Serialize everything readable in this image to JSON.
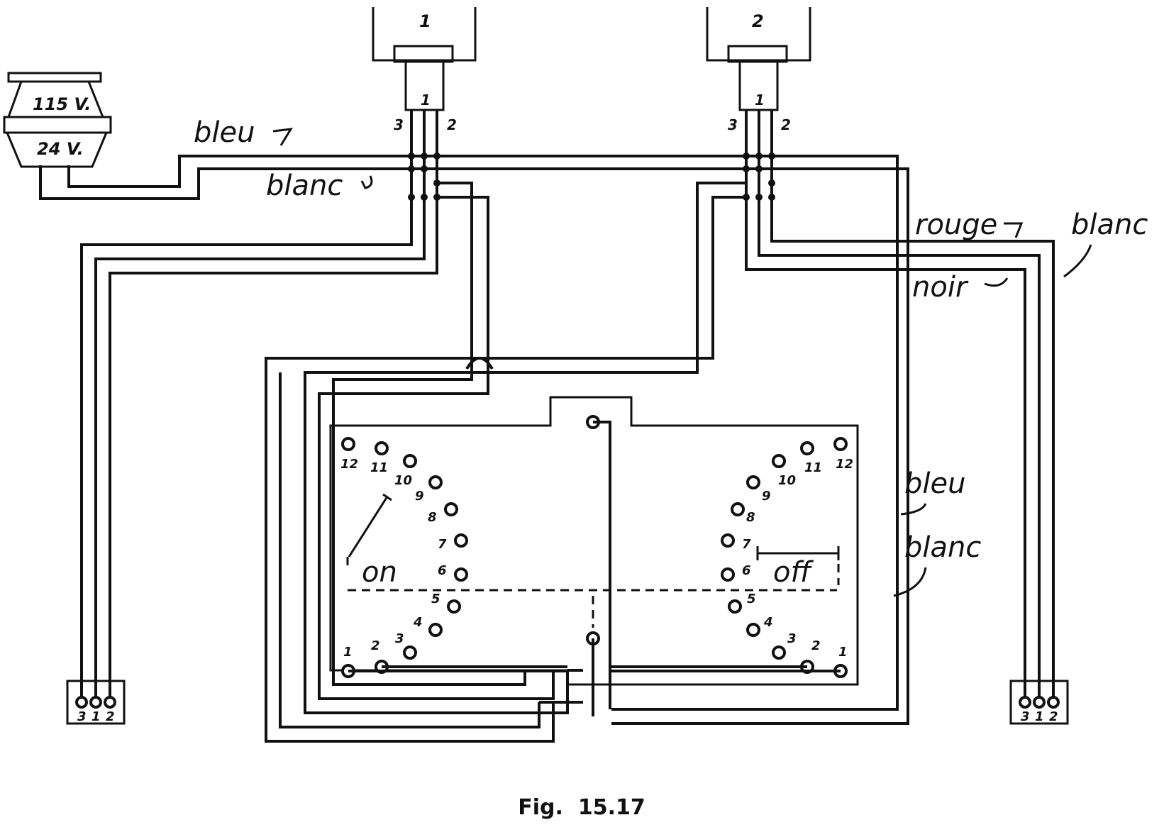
{
  "transformer": {
    "primary_label": "115 V.",
    "secondary_label": "24 V."
  },
  "lamps": [
    {
      "number": "1",
      "socket_pin": "1",
      "left_pin": "3",
      "right_pin": "2"
    },
    {
      "number": "2",
      "socket_pin": "1",
      "left_pin": "3",
      "right_pin": "2"
    }
  ],
  "wire_labels": {
    "top_bleu": "bleu",
    "top_blanc": "blanc",
    "rouge": "rouge",
    "blanc_right": "blanc",
    "noir": "noir",
    "side_bleu": "bleu",
    "side_blanc": "blanc"
  },
  "switch": {
    "left_terminals": [
      "12",
      "11",
      "10",
      "9",
      "8",
      "7",
      "6",
      "5",
      "4",
      "3",
      "2",
      "1"
    ],
    "right_terminals": [
      "12",
      "11",
      "10",
      "9",
      "8",
      "7",
      "6",
      "5",
      "4",
      "3",
      "2",
      "1"
    ],
    "on_label": "on",
    "off_label": "off"
  },
  "connectors": {
    "left": {
      "pin_labels": [
        "3",
        "1",
        "2"
      ]
    },
    "right": {
      "pin_labels": [
        "3",
        "1",
        "2"
      ]
    }
  },
  "caption": "Fig.  15.17"
}
